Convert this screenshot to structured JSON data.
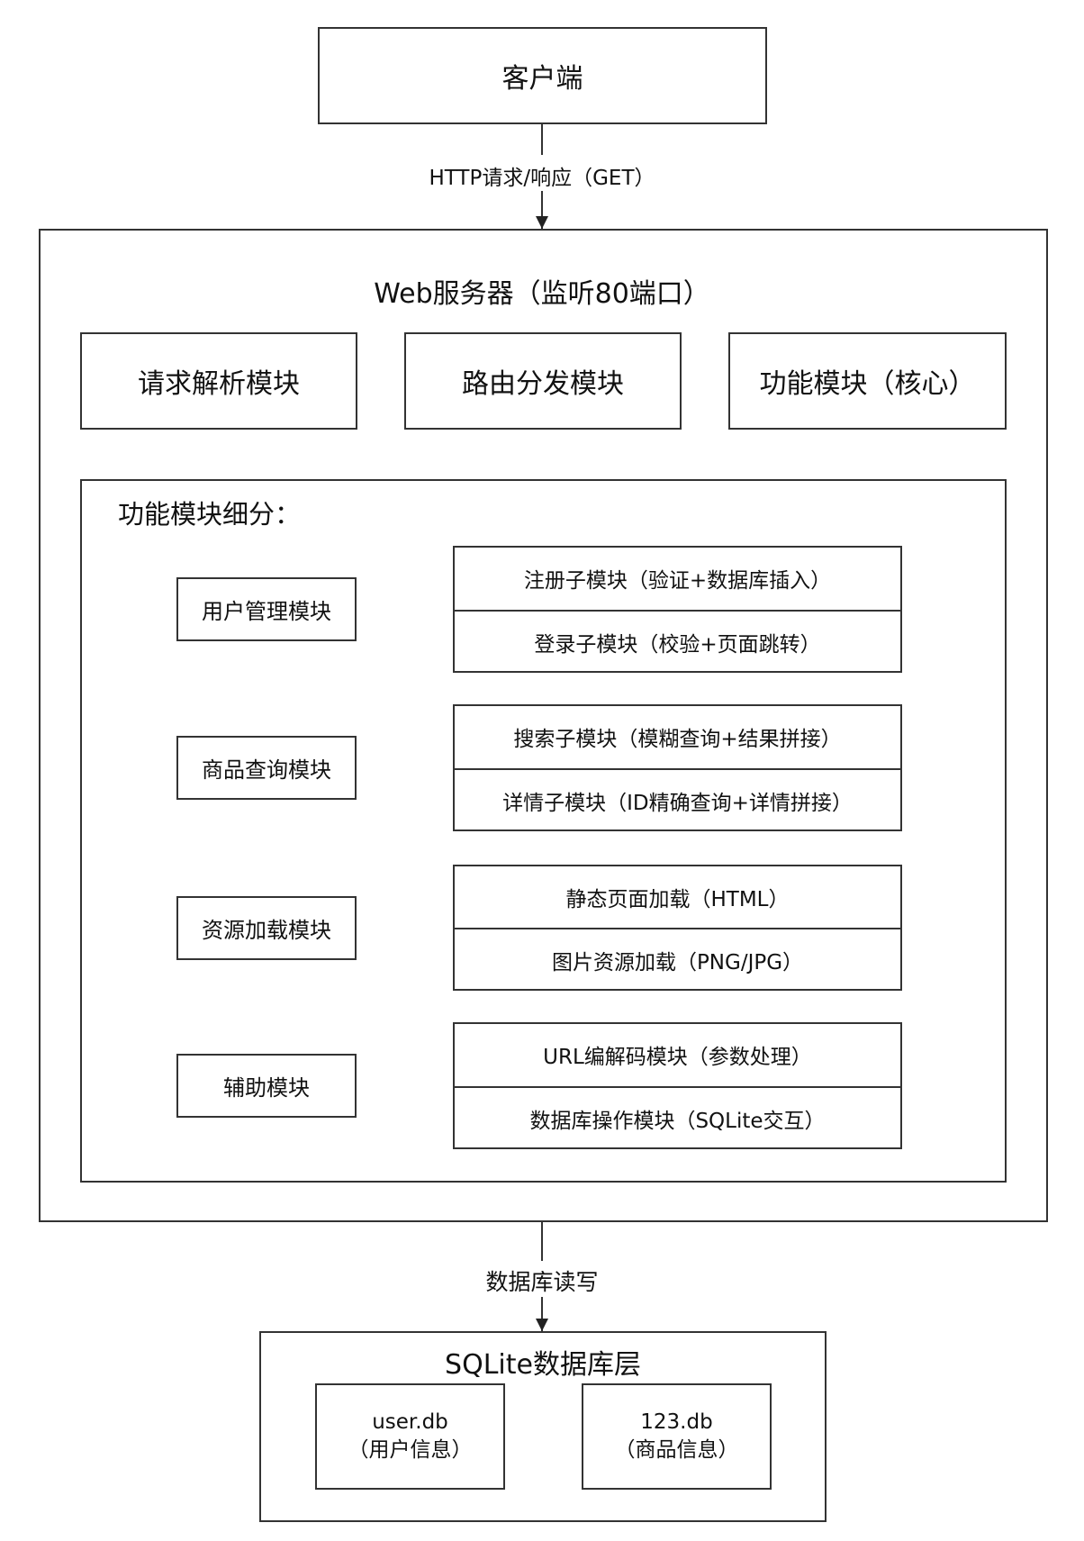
{
  "client": {
    "label": "客户端"
  },
  "http_label": "HTTP请求/响应（GET）",
  "server": {
    "title": "Web服务器（监听80端口）",
    "modules": [
      "请求解析模块",
      "路由分发模块",
      "功能模块（核心）"
    ]
  },
  "function_detail": {
    "title": "功能模块细分：",
    "groups": [
      {
        "name": "用户管理模块",
        "subs": [
          "注册子模块（验证+数据库插入）",
          "登录子模块（校验+页面跳转）"
        ]
      },
      {
        "name": "商品查询模块",
        "subs": [
          "搜索子模块（模糊查询+结果拼接）",
          "详情子模块（ID精确查询+详情拼接）"
        ]
      },
      {
        "name": "资源加载模块",
        "subs": [
          "静态页面加载（HTML）",
          "图片资源加载（PNG/JPG）"
        ]
      },
      {
        "name": "辅助模块",
        "subs": [
          "URL编解码模块（参数处理）",
          "数据库操作模块（SQLite交互）"
        ]
      }
    ]
  },
  "db_label": "数据库读写",
  "database": {
    "title": "SQLite数据库层",
    "dbs": [
      {
        "file": "user.db",
        "desc": "（用户信息）"
      },
      {
        "file": "123.db",
        "desc": "（商品信息）"
      }
    ]
  },
  "colors": {
    "line": "#333333",
    "text": "#111111",
    "background": "#ffffff"
  }
}
